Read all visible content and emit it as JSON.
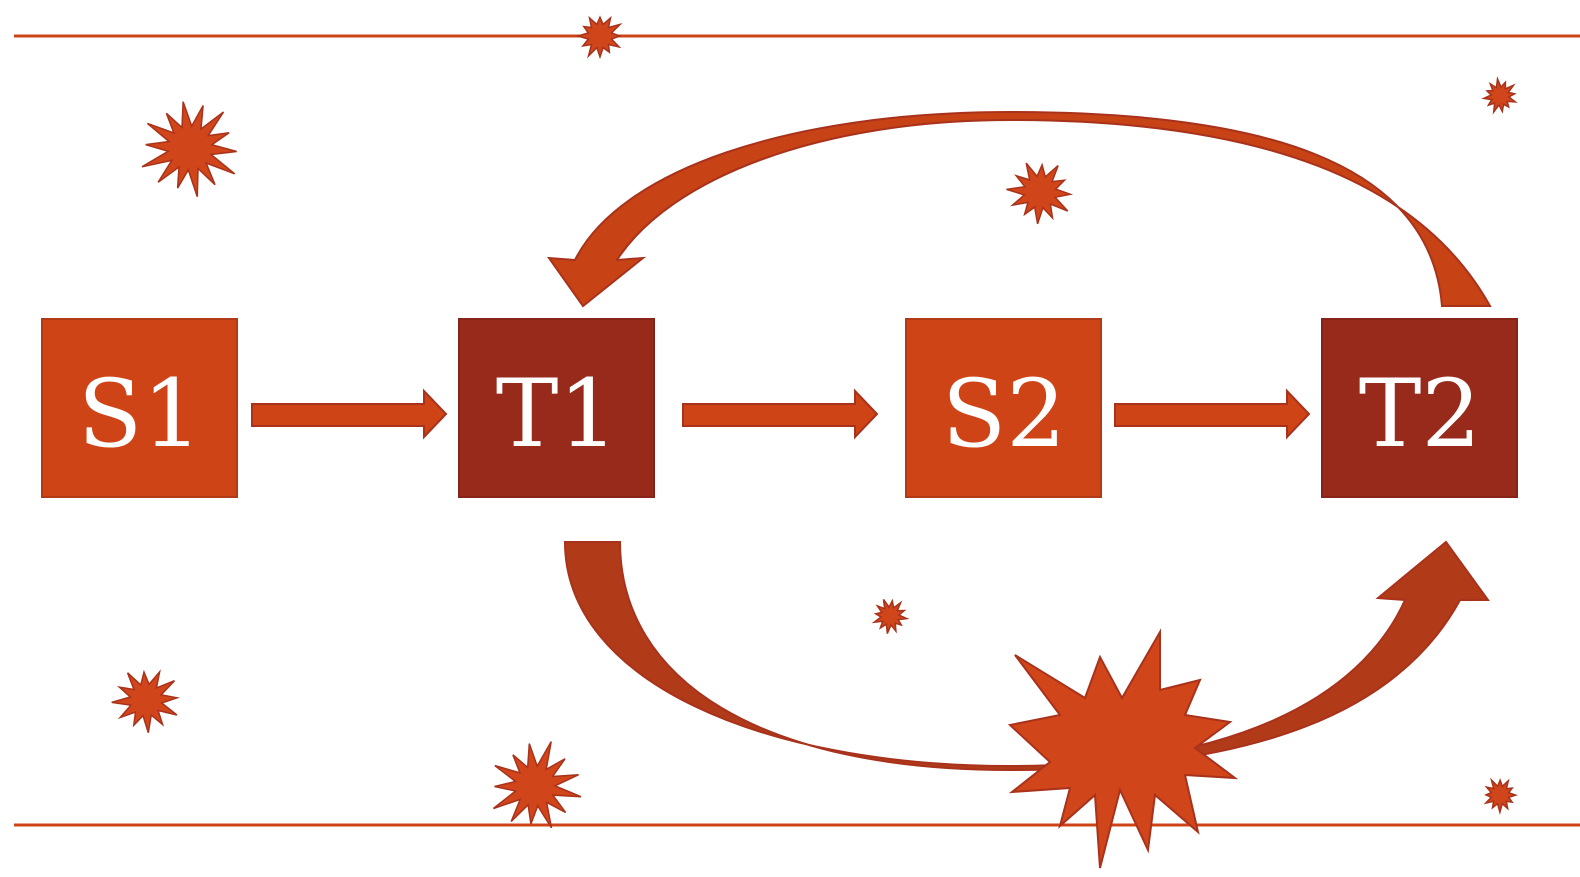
{
  "diagram": {
    "nodes": [
      {
        "id": "S1",
        "label": "S1",
        "color": "#cf4417"
      },
      {
        "id": "T1",
        "label": "T1",
        "color": "#982a1c"
      },
      {
        "id": "S2",
        "label": "S2",
        "color": "#cf4417"
      },
      {
        "id": "T2",
        "label": "T2",
        "color": "#982a1c"
      }
    ],
    "edges": [
      {
        "from": "S1",
        "to": "T1"
      },
      {
        "from": "T1",
        "to": "S2"
      },
      {
        "from": "S2",
        "to": "T2"
      },
      {
        "from": "T2",
        "to": "T1",
        "style": "curved-top"
      },
      {
        "from": "T1",
        "to": "T2",
        "style": "curved-bottom"
      }
    ],
    "colors": {
      "accent": "#cf4417",
      "dark": "#982a1c",
      "outline": "#a8321b"
    }
  }
}
